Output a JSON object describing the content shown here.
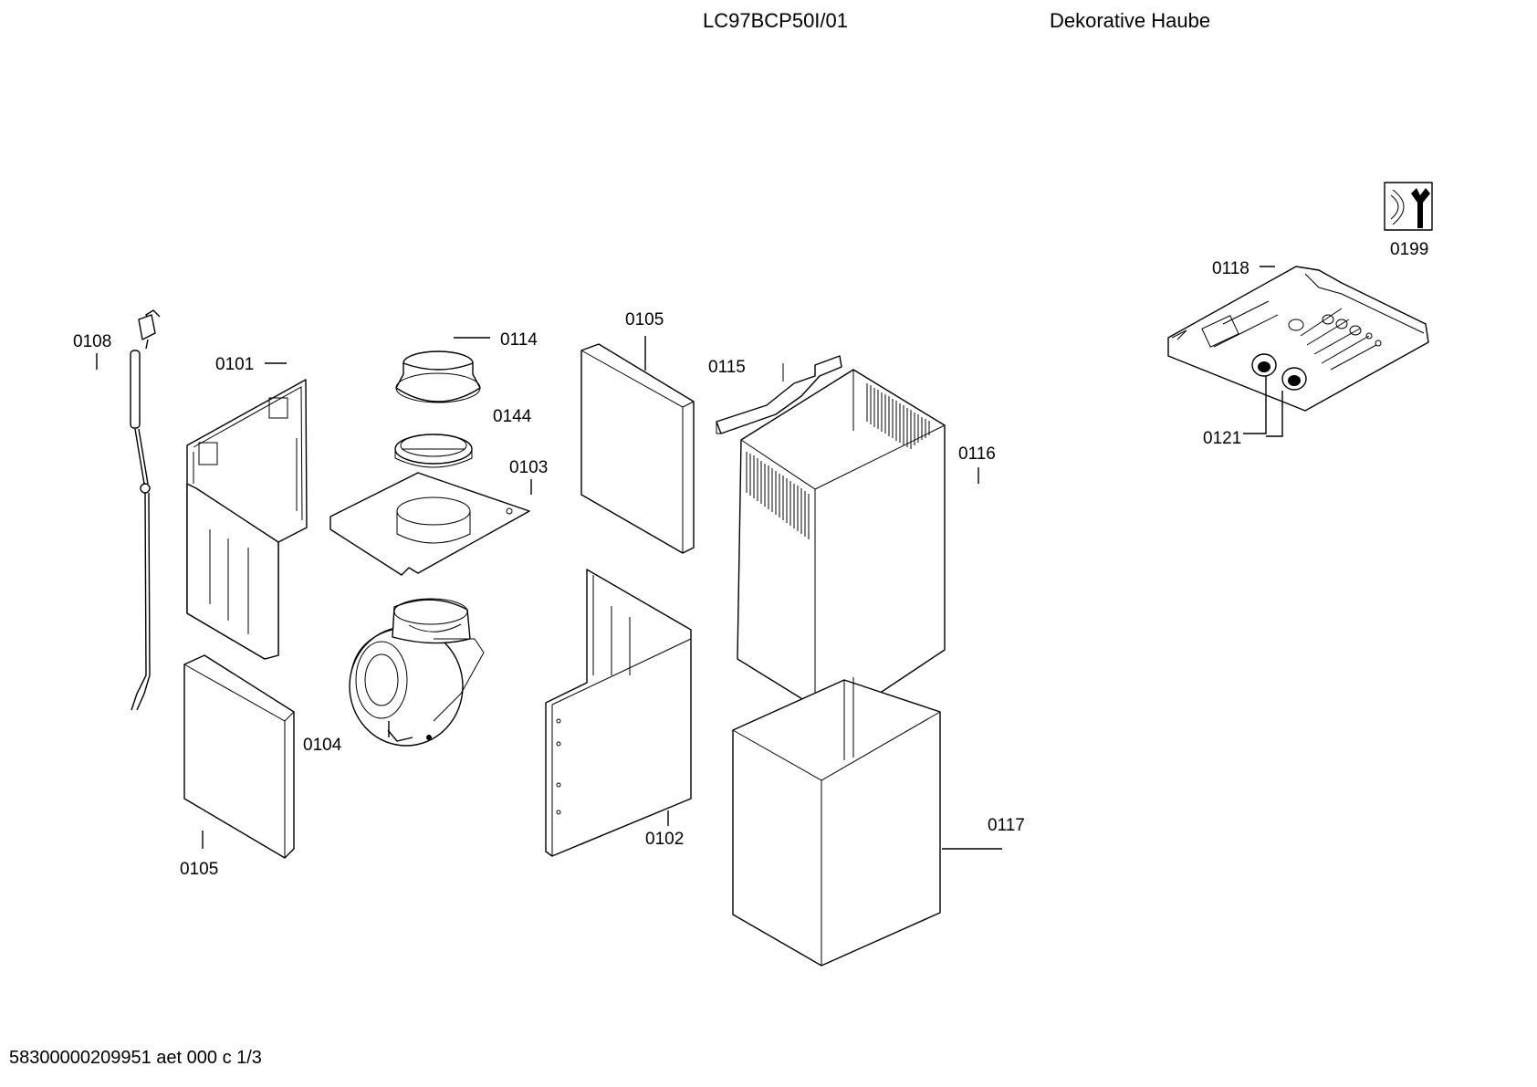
{
  "header": {
    "model": "LC97BCP50I/01",
    "description": "Dekorative Haube"
  },
  "footer": {
    "code": "58300000209951 aet 000 c 1/3"
  },
  "parts": {
    "p0101": "0101",
    "p0102": "0102",
    "p0103": "0103",
    "p0104": "0104",
    "p0105a": "0105",
    "p0105b": "0105",
    "p0108": "0108",
    "p0114": "0114",
    "p0115": "0115",
    "p0116": "0116",
    "p0117": "0117",
    "p0118": "0118",
    "p0121": "0121",
    "p0144": "0144",
    "p0199": "0199"
  },
  "icons": {
    "tool": "wrench-icon"
  }
}
